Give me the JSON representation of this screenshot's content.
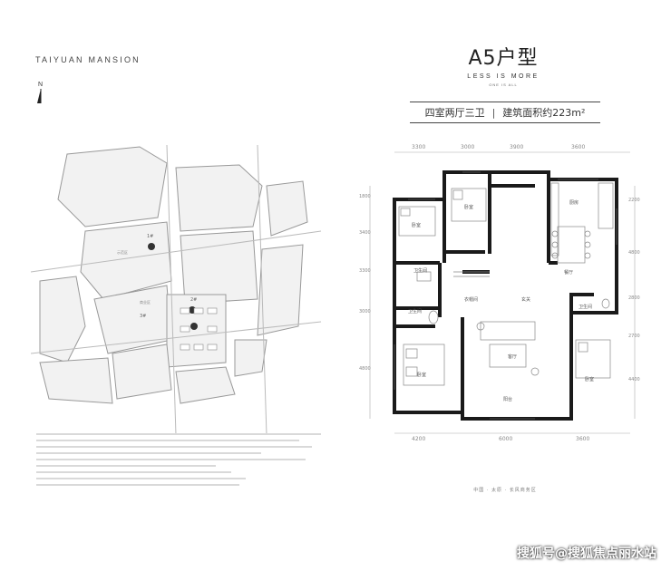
{
  "brand": "TAIYUAN MANSION",
  "compass": "N",
  "floorplan": {
    "title": "A5户型",
    "slogan": "LESS IS MORE",
    "sub_slogan": "ONE IS ALL",
    "layout": "四室两厅三卫",
    "area": "建筑面积约223m²"
  },
  "dims_top": [
    "3300",
    "3000",
    "3900",
    "3600"
  ],
  "dims_bottom": [
    "4200",
    "6000",
    "3600"
  ],
  "dims_left": [
    "1800",
    "3400",
    "3300",
    "3000",
    "4800"
  ],
  "dims_right": [
    "2200",
    "4800",
    "2800",
    "2700",
    "4400"
  ],
  "rooms": {
    "bedroom1": "卧室",
    "bedroom2": "卧室",
    "bedroom_main": "卧室",
    "bedroom4": "卧室",
    "kitchen": "厨房",
    "dining": "餐厅",
    "living": "客厅",
    "bath1": "卫生间",
    "bath2": "卫生间",
    "bath3": "卫生间",
    "entry": "玄关",
    "closet": "衣帽间",
    "balcony": "阳台"
  },
  "site_labels": {
    "n1": "1#",
    "n2": "2#",
    "n3": "3#",
    "area1": "示范区",
    "area2": "商业区"
  },
  "location": "中国 · 太原 · 长风商务区",
  "watermark": "搜狐号@搜狐焦点丽水站",
  "colors": {
    "wall": "#1a1a1a",
    "block_fill": "#f2f2f2",
    "block_stroke": "#999999",
    "watermark": "#ffffff"
  }
}
